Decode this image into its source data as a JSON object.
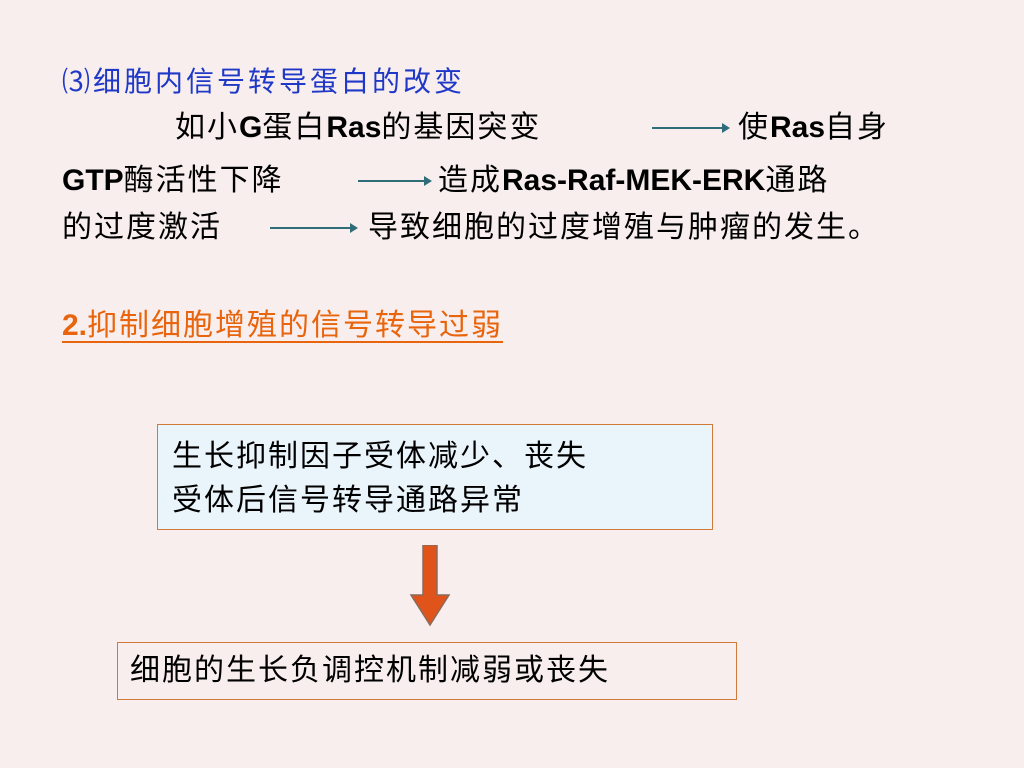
{
  "slide": {
    "heading": "⑶细胞内信号转导蛋白的改变",
    "line1": {
      "p1": "如小",
      "p2": "G",
      "p3": "蛋白",
      "p4": "Ras",
      "p5": "的基因突变"
    },
    "line1b": {
      "p1": "使",
      "p2": "Ras",
      "p3": "自身"
    },
    "line2": {
      "p1": "GTP",
      "p2": "酶活性下降"
    },
    "line2b": {
      "p1": "造成",
      "p2": "Ras-Raf-MEK-ERK",
      "p3": "通路"
    },
    "line3": "的过度激活",
    "line3b": "导致细胞的过度增殖与肿瘤的发生。",
    "section_title": {
      "num": "2.",
      "text": "抑制细胞增殖的信号转导过弱"
    },
    "box1": {
      "line1": "生长抑制因子受体减少、丧失",
      "line2": "受体后信号转导通路异常"
    },
    "box2": "细胞的生长负调控机制减弱或丧失",
    "colors": {
      "background": "#f8eeee",
      "heading_blue": "#1f38c7",
      "section_orange": "#e8650d",
      "arrow_fill": "#e0541c",
      "box_border": "#d07a3a",
      "box1_fill": "#eaf4fb"
    }
  }
}
